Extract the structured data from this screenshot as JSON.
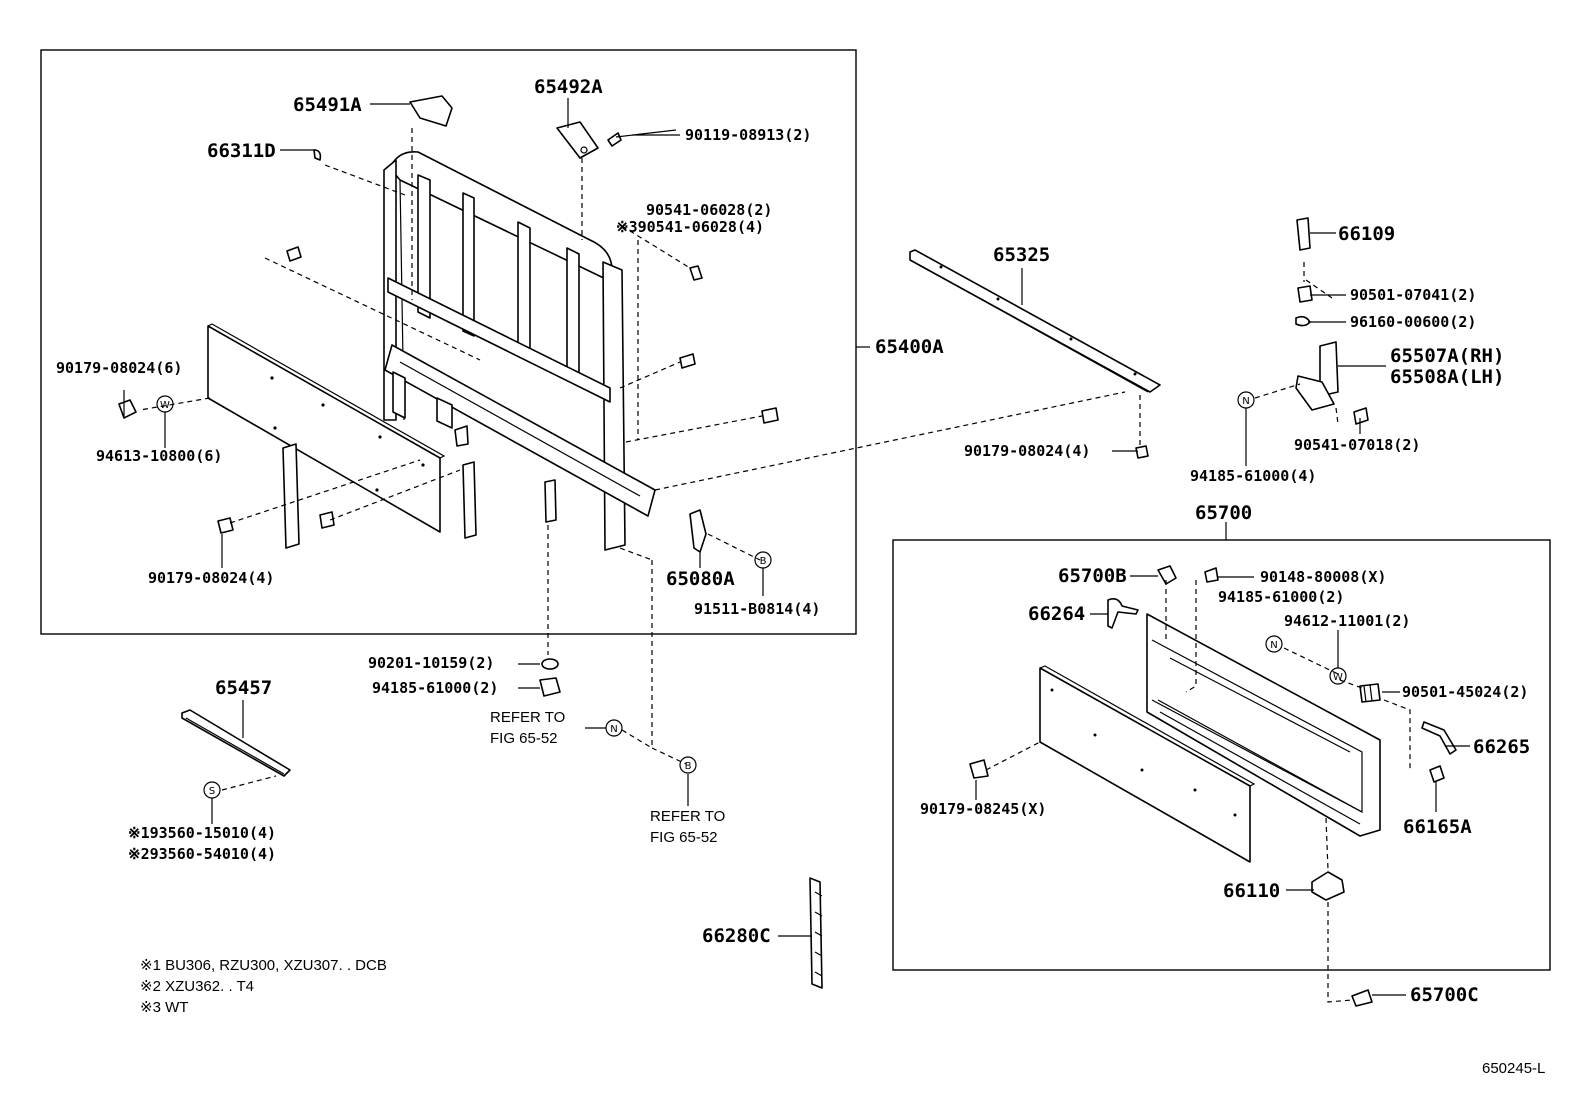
{
  "figure_code": "650245-L",
  "frames": {
    "main_assembly": "65400A",
    "gate_assembly": "65700"
  },
  "part_labels": {
    "p65491A": "65491A",
    "p65492A": "65492A",
    "p66311D": "66311D",
    "p90119_08913": "90119-08913(2)",
    "p90541_06028a": "90541-06028(2)",
    "p90541_06028b": "※390541-06028(4)",
    "p90179_08024_6": "90179-08024(6)",
    "p94613_10800": "94613-10800(6)",
    "p90179_08024_4a": "90179-08024(4)",
    "p65080A": "65080A",
    "p91511_B0814": "91511-B0814(4)",
    "p65400A": "65400A",
    "p65325": "65325",
    "p90179_08024_4b": "90179-08024(4)",
    "p66109": "66109",
    "p90501_07041": "90501-07041(2)",
    "p96160_00600": "96160-00600(2)",
    "p65507A": "65507A(RH)",
    "p65508A": "65508A(LH)",
    "p90541_07018": "90541-07018(2)",
    "p94185_61000_4": "94185-61000(4)",
    "p90201_10159": "90201-10159(2)",
    "p94185_61000_2a": "94185-61000(2)",
    "p65457": "65457",
    "p193560": "※193560-15010(4)",
    "p293560": "※293560-54010(4)",
    "p66280C": "66280C",
    "p65700": "65700",
    "p65700B": "65700B",
    "p90148_80008": "90148-80008(X)",
    "p94185_61000_2b": "94185-61000(2)",
    "p94612_11001": "94612-11001(2)",
    "p66264": "66264",
    "p90501_45024": "90501-45024(2)",
    "p66265": "66265",
    "p90179_08245": "90179-08245(X)",
    "p66165A": "66165A",
    "p66110": "66110",
    "p65700C": "65700C"
  },
  "refer_to": {
    "n_line1": "REFER TO",
    "n_line2": "FIG 65-52",
    "b_line1": "REFER TO",
    "b_line2": "FIG 65-52"
  },
  "callouts": {
    "W": "W",
    "N": "N",
    "B": "B",
    "S": "S"
  },
  "notes": [
    "※1 BU306, RZU300, XZU307. . DCB",
    "※2 XZU362. . T4",
    "※3 WT"
  ]
}
